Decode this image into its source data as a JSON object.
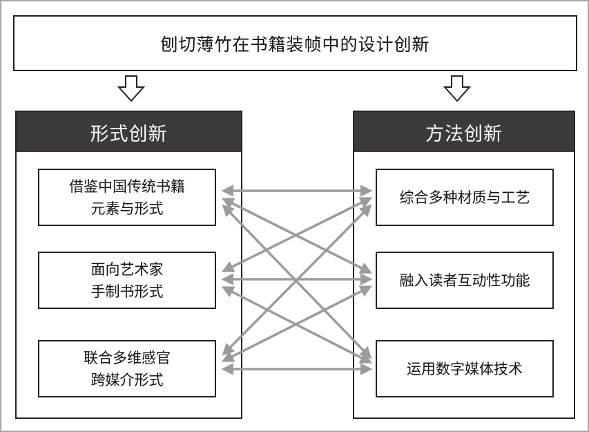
{
  "title": "刨切薄竹在书籍装帧中的设计创新",
  "left_panel": {
    "header": "形式创新",
    "items": [
      "借鉴中国传统书籍\n元素与形式",
      "面向艺术家\n手制书形式",
      "联合多维感官\n跨媒介形式"
    ]
  },
  "right_panel": {
    "header": "方法创新",
    "items": [
      "综合多种材质与工艺",
      "融入读者互动性功能",
      "运用数字媒体技术"
    ]
  },
  "colors": {
    "header_bg": "#3e3a39",
    "header_text": "#ffffff",
    "border": "#222222",
    "arrow": "#9b9b9b",
    "frame": "#a6a6a6"
  },
  "connections": "every left item connects to every right item with a double-headed arrow"
}
